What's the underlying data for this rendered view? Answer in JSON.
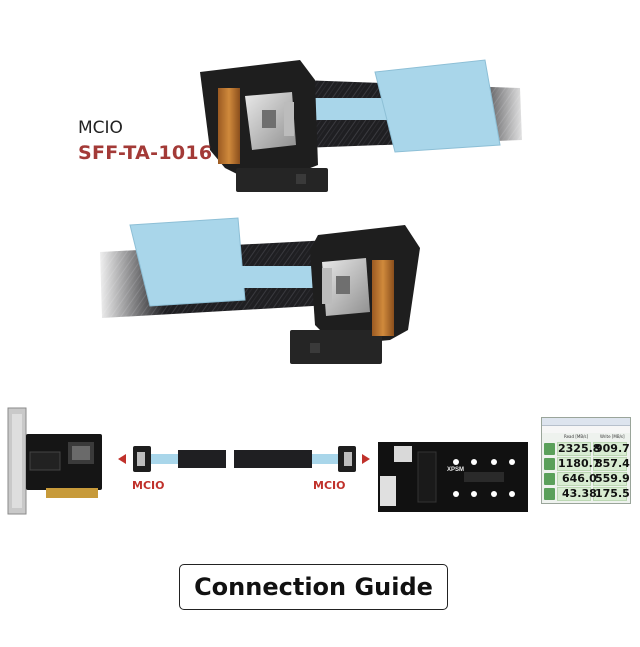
{
  "top_labels": {
    "connector": "MCIO",
    "standard": "SFF-TA-1016"
  },
  "diagram": {
    "left_label": "MCIO",
    "right_label": "MCIO",
    "adapter_brand": "XPSM"
  },
  "benchmark": {
    "headers": [
      "Read [MB/s]",
      "Write [MB/s]"
    ],
    "rows": [
      {
        "read": "2325.8",
        "write": "909.7"
      },
      {
        "read": "1180.7",
        "write": "857.4"
      },
      {
        "read": "646.0",
        "write": "559.9"
      },
      {
        "read": "43.38",
        "write": "175.5"
      }
    ]
  },
  "guide": {
    "title": "Connection Guide"
  },
  "colors": {
    "cable_blue": "#a9d6ea",
    "connector_black": "#1e1e1e",
    "label_red": "#a33a37",
    "pcb_black": "#111111"
  }
}
